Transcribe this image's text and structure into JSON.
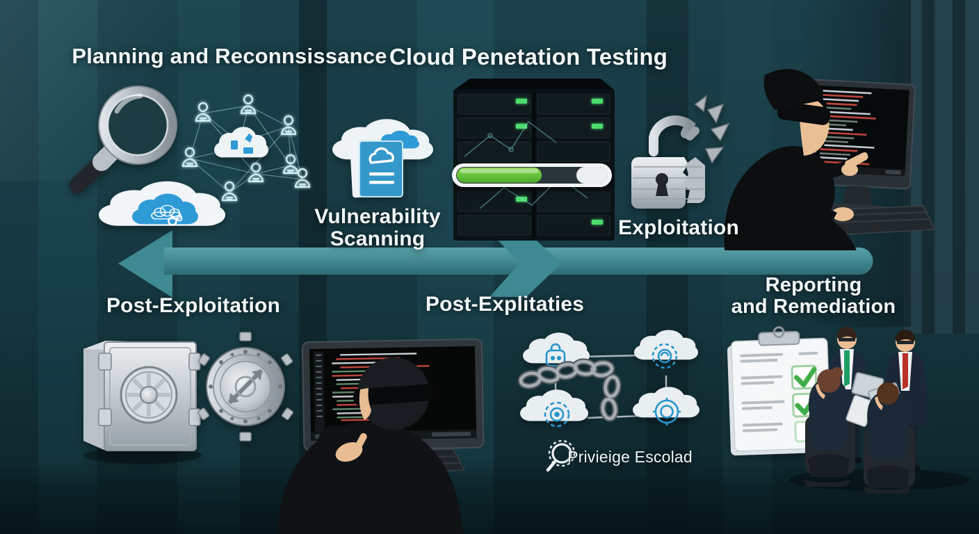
{
  "title": {
    "label": "Cloud Penetation Testing"
  },
  "phases": {
    "planning": {
      "label": "Planning and Reconnsissance"
    },
    "vulnerability_scanning": {
      "line1": "Vulnerability",
      "line2": "Scanning"
    },
    "exploitation": {
      "label": "Exploitation"
    },
    "post_exploitation": {
      "label": "Post-Exploitation"
    },
    "post_explitaties": {
      "label": "Post-Explitaties"
    },
    "reporting_remediation": {
      "line1": "Reporting",
      "line2": "and Remediation"
    },
    "privilege_escalation": {
      "label": "Privieige Escolad"
    }
  },
  "server_rack": {
    "progress_green_width": "122",
    "progress_dark_width": "50",
    "progress_percent_green": 53
  },
  "icons": {
    "magnifier": "magnifying-glass",
    "user_network": "glowing-user-network-around-cloud",
    "big_cloud": "white-cloud-with-blue-cloud-core",
    "vulnerability_scan": "cloud-with-scan-document",
    "server_rack": "server-rack-with-progress-bar",
    "broken_padlock": "cracked-open-padlock-with-shards",
    "hacker_top": "masked-hacker-pointing-at-code-monitor",
    "process_arrow": "double-headed-teal-flow-arrow",
    "safe": "steel-safe-with-spoke-wheel",
    "vault_wheel": "round-vault-door-with-arrow-handle",
    "hacker_bottom": "hacker-typing-at-code-monitor",
    "cloud_chain": "four-clouds-linked-by-chain",
    "privilege_magnifier": "gear-magnifier",
    "clipboard": "checklist-clipboard-with-green-checks",
    "people": "business-team-reviewing-reports"
  },
  "colors": {
    "background": "#163740",
    "band_top": "#58a2aa",
    "band_bottom": "#2f6d76",
    "arrowhead": "#3e8992",
    "accent_blue": "#2e9bd6",
    "glow_cyan": "#b5ecf3",
    "progress_green": "#67c43d",
    "check_green": "#3fae49",
    "tie_green": "#1f9e63",
    "tie_red": "#b83227",
    "text": "#f2f7f7"
  }
}
